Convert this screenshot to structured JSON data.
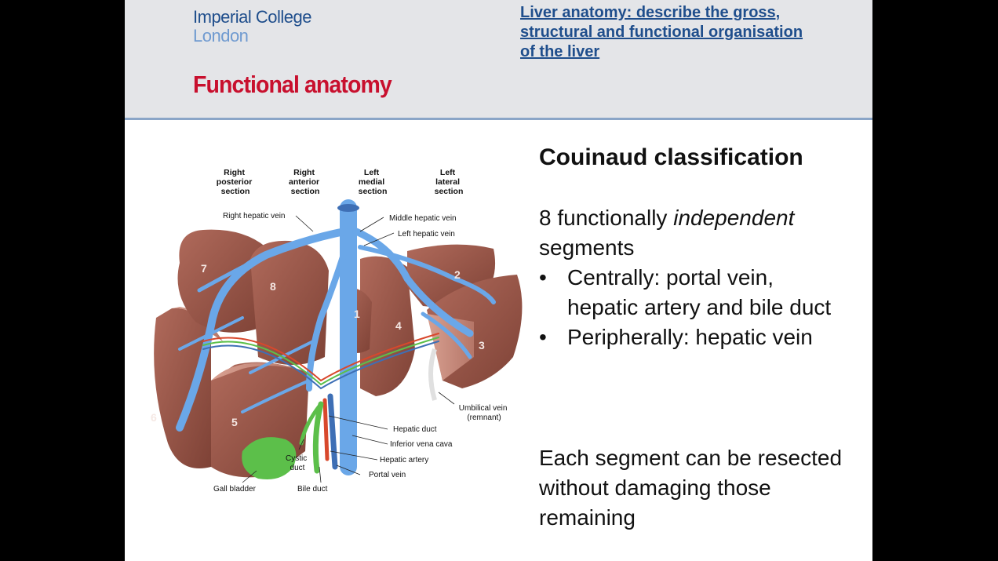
{
  "header": {
    "logo_line1": "Imperial College",
    "logo_line2": "London",
    "section_title": "Functional anatomy",
    "topic_link_lines": [
      "Liver anatomy: describe the gross,",
      "structural and functional organisation",
      "of the liver "
    ]
  },
  "content": {
    "heading": "Couinaud classification",
    "para1_prefix": "8 functionally ",
    "para1_em": "independent",
    "para1_suffix": "segments",
    "bullets": [
      "Centrally: portal vein, hepatic artery and bile duct",
      "Peripherally: hepatic vein"
    ],
    "para2": "Each segment can be resected without damaging those remaining"
  },
  "diagram": {
    "section_labels": [
      {
        "lines": [
          "Right",
          "posterior",
          "section"
        ]
      },
      {
        "lines": [
          "Right",
          "anterior",
          "section"
        ]
      },
      {
        "lines": [
          "Left",
          "medial",
          "section"
        ]
      },
      {
        "lines": [
          "Left",
          "lateral",
          "section"
        ]
      }
    ],
    "segments": [
      "1",
      "2",
      "3",
      "4",
      "5",
      "6",
      "7",
      "8"
    ],
    "labels": {
      "right_hepatic_vein": "Right hepatic vein",
      "middle_hepatic_vein": "Middle hepatic vein",
      "left_hepatic_vein": "Left hepatic vein",
      "umbilical_vein_1": "Umbilical vein",
      "umbilical_vein_2": "(remnant)",
      "hepatic_duct": "Hepatic duct",
      "inferior_vena_cava": "Inferior vena cava",
      "hepatic_artery": "Hepatic artery",
      "portal_vein": "Portal vein",
      "cystic_duct_1": "Cystic",
      "cystic_duct_2": "duct",
      "gall_bladder": "Gall bladder",
      "bile_duct": "Bile duct"
    },
    "colors": {
      "liver": "#9c5a4c",
      "liver_cut": "#c98e80",
      "vein": "#6aa7e8",
      "artery": "#d8482c",
      "bile": "#5cbf4a"
    }
  },
  "colors": {
    "brand_blue": "#1f4e8c",
    "brand_light_blue": "#6f9ad0",
    "title_red": "#c8102e",
    "header_bg": "#e4e5e8"
  }
}
